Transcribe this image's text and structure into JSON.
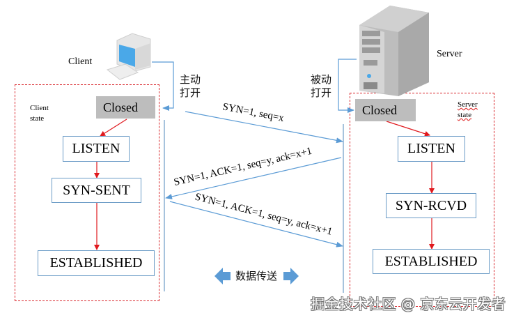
{
  "client": {
    "label": "Client",
    "state_label_line1": "Client",
    "state_label_line2": "state",
    "open_label_line1": "主动",
    "open_label_line2": "打开",
    "states": [
      "Closed",
      "LISTEN",
      "SYN-SENT",
      "ESTABLISHED"
    ]
  },
  "server": {
    "label": "Server",
    "state_label_line1": "Server",
    "state_label_line2": "state",
    "open_label_line1": "被动",
    "open_label_line2": "打开",
    "states": [
      "Closed",
      "LISTEN",
      "SYN-RCVD",
      "ESTABLISHED"
    ]
  },
  "messages": [
    {
      "text": "SYN=1, seq=x",
      "direction": "client-to-server"
    },
    {
      "text": "SYN=1, ACK=1, seq=y, ack=x+1",
      "direction": "server-to-client"
    },
    {
      "text": "SYN=1, ACK=1, seq=y, ack=x+1",
      "direction": "client-to-server"
    }
  ],
  "data_transfer_label": "数据传送",
  "watermark": "掘金技术社区 @ 京东云开发者",
  "colors": {
    "state_arrow": "#e0191e",
    "message_arrow": "#5b9bd5",
    "region_border": "#d9262b",
    "box_border": "#6a9bc6",
    "closed_fill": "#bdbdbd"
  }
}
